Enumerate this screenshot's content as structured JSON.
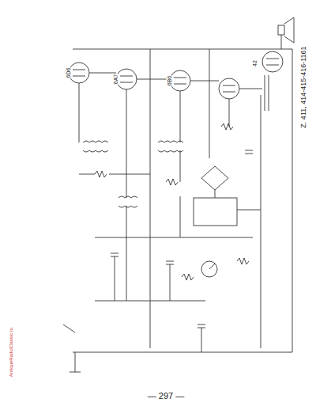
{
  "diagram": {
    "title": "Z. 411, 414-415-416-1161",
    "labels": [
      "6D6",
      "6A7",
      "6B6",
      "42",
      "— 297 —",
      "AntiqueRadioClassic.ru"
    ]
  }
}
